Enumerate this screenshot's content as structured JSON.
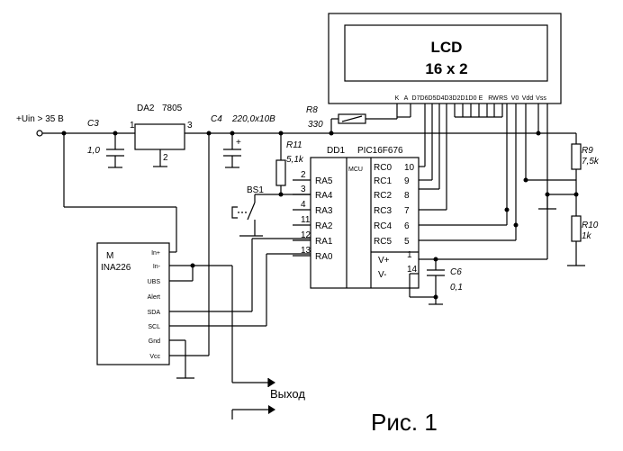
{
  "lcd": {
    "title": "LCD",
    "size": "16 x 2",
    "pins": [
      "K",
      "A",
      "D7",
      "D6",
      "D5",
      "D4",
      "D3",
      "D2",
      "D1",
      "D0",
      "E",
      "RW",
      "RS",
      "V0",
      "Vdd",
      "Vss"
    ]
  },
  "input": {
    "label": "+Uin > 35 В"
  },
  "c3": {
    "ref": "C3",
    "value": "1,0"
  },
  "da2": {
    "ref": "DA2",
    "part": "7805",
    "pin1": "1",
    "pin2": "2",
    "pin3": "3"
  },
  "c4": {
    "ref": "C4",
    "value": "220,0x10В",
    "plus": "+"
  },
  "r8": {
    "ref": "R8",
    "value": "330"
  },
  "r11": {
    "ref": "R11",
    "value": "5,1k"
  },
  "r9": {
    "ref": "R9",
    "value": "7,5k"
  },
  "r10": {
    "ref": "R10",
    "value": "1k"
  },
  "bs1": {
    "ref": "BS1"
  },
  "dd1": {
    "ref": "DD1",
    "part": "PIC16F676",
    "mcu": "MCU",
    "left_pins": [
      [
        "RA5",
        "2"
      ],
      [
        "RA4",
        "3"
      ],
      [
        "RA3",
        "4"
      ],
      [
        "RA2",
        "11"
      ],
      [
        "RA1",
        "12"
      ],
      [
        "RA0",
        "13"
      ]
    ],
    "right_pins": [
      [
        "RC0",
        "10"
      ],
      [
        "RC1",
        "9"
      ],
      [
        "RC2",
        "8"
      ],
      [
        "RC3",
        "7"
      ],
      [
        "RC4",
        "6"
      ],
      [
        "RC5",
        "5"
      ]
    ],
    "power_pins": [
      [
        "V+",
        "1"
      ],
      [
        "V-",
        "14"
      ]
    ]
  },
  "c6": {
    "ref": "C6",
    "value": "0,1"
  },
  "ina": {
    "ref": "M",
    "part": "INA226",
    "pins": [
      "In+",
      "In-",
      "UBS",
      "Alert",
      "SDA",
      "SCL",
      "Gnd",
      "Vcc"
    ]
  },
  "output": {
    "label": "Выход"
  },
  "figure": {
    "caption": "Рис. 1"
  }
}
